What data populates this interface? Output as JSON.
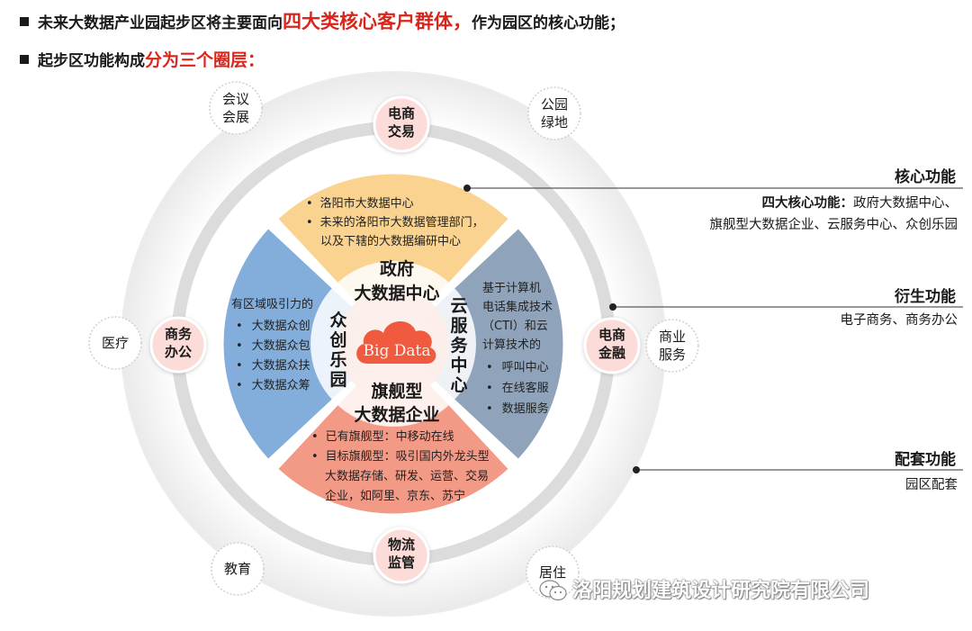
{
  "header": {
    "line1_pre": "未来大数据产业园起步区将主要面向",
    "line1_em": "四大类核心客户群体，",
    "line1_post": "作为园区的核心功能；",
    "line2_pre": "起步区功能构成",
    "line2_em": "分为三个圈层："
  },
  "outer_ring": {
    "items": [
      {
        "id": "huiyi",
        "lines": [
          "会议",
          "会展"
        ]
      },
      {
        "id": "gongyuan",
        "lines": [
          "公园",
          "绿地"
        ]
      },
      {
        "id": "shangye",
        "lines": [
          "商业",
          "服务"
        ]
      },
      {
        "id": "juzhu",
        "lines": [
          "居住"
        ]
      },
      {
        "id": "jiaoyu",
        "lines": [
          "教育"
        ]
      },
      {
        "id": "yiliao",
        "lines": [
          "医疗"
        ]
      }
    ]
  },
  "middle_ring": {
    "items": [
      {
        "id": "dianshang-jiaoyi",
        "lines": [
          "电商",
          "交易"
        ]
      },
      {
        "id": "dianshang-jinrong",
        "lines": [
          "电商",
          "金融"
        ]
      },
      {
        "id": "wuliu",
        "lines": [
          "物流",
          "监管"
        ]
      },
      {
        "id": "shangwu",
        "lines": [
          "商务",
          "办公"
        ]
      }
    ]
  },
  "core": {
    "center": "Big Data",
    "segments": {
      "top": {
        "label_lines": [
          "政府",
          "大数据中心"
        ],
        "bullets": [
          "洛阳市大数据中心",
          "未来的洛阳市大数据管理部门，",
          "以及下辖的大数据编研中心"
        ]
      },
      "right": {
        "label": "云服务中心",
        "desc_lines": [
          "基于计算机",
          "电话集成技术",
          "（CTI）和云",
          "计算技术的"
        ],
        "bullets": [
          "呼叫中心",
          "在线客服",
          "数据服务"
        ]
      },
      "bottom": {
        "label_lines": [
          "旗舰型",
          "大数据企业"
        ],
        "bullets": [
          "已有旗舰型：中移动在线",
          "目标旗舰型：吸引国内外龙头型",
          "大数据存储、研发、运营、交易",
          "企业，如阿里、京东、苏宁"
        ]
      },
      "left": {
        "label": "众创乐园",
        "desc": "有区域吸引力的",
        "bullets": [
          "大数据众创",
          "大数据众包",
          "大数据众扶",
          "大数据众筹"
        ]
      }
    }
  },
  "side_panel": {
    "core": {
      "title": "核心功能",
      "bold": "四大核心功能：",
      "text1": "政府大数据中心、",
      "text2": "旗舰型大数据企业、云服务中心、众创乐园"
    },
    "derived": {
      "title": "衍生功能",
      "text": "电子商务、商务办公"
    },
    "support": {
      "title": "配套功能",
      "text": "园区配套"
    }
  },
  "watermark": "洛阳规划建筑设计研究院有限公司",
  "colors": {
    "top": "#f9d38f",
    "right": "#8fa4bb",
    "bottom": "#f39a87",
    "left": "#83aedb",
    "ring": "#d9d9d9",
    "node_fill": "#fbdcd8",
    "node_stroke": "#ffffff",
    "cloud": "#f05a3f",
    "accent": "#d8261c"
  }
}
